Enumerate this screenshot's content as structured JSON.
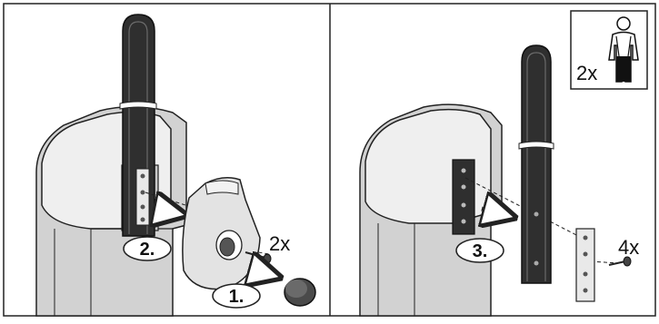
{
  "panels": [
    {
      "steps": [
        "1.",
        "2."
      ],
      "screw_quantity": "2x"
    },
    {
      "steps": [
        "3."
      ],
      "screw_quantity": "4x",
      "persons_required": "2x"
    }
  ],
  "icons": [
    "post-base-icon",
    "boom-arm-icon",
    "end-cap-icon",
    "screw-icon",
    "fixing-plate-icon",
    "person-icon"
  ],
  "colors": {
    "post_body": "#d7d7d7",
    "post_cap": "#ececec",
    "boom_arm": "#2f2f2f",
    "cover": "#e3e3e3",
    "end_cap": "#4a4a4a",
    "plate": "#e9e9e9"
  }
}
